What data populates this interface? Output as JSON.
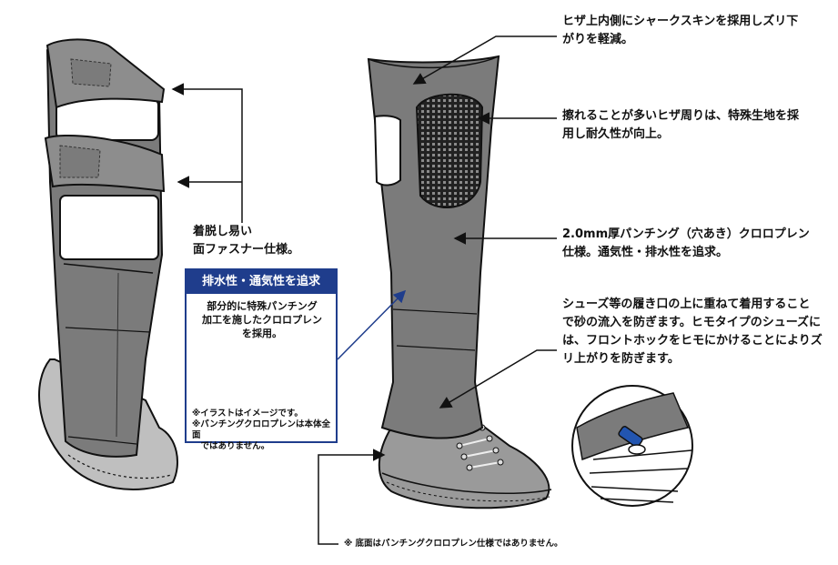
{
  "annotations": {
    "sharkskin": "ヒザ上内側にシャークスキンを採用しズリ下\nがりを軽減。",
    "knee_fabric": "擦れることが多いヒザ周りは、特殊生地を採\n用し耐久性が向上。",
    "punching": "2.0mm厚パンチング（穴あき）クロロプレン\n仕様。通気性・排水性を追求。",
    "shoe_hook": "シューズ等の履き口の上に重ねて着用すること\nで砂の流入を防ぎます。ヒモタイプのシューズに\nは、フロントホックをヒモにかけることによりズ\nリ上がりを防ぎます。",
    "fastener": "着脱し易い\n面ファスナー仕様。",
    "sole_note": "※ 底面はパンチングクロロプレン仕様ではありません。"
  },
  "callout": {
    "title": "排水性・通気性を追求",
    "description": "部分的に特殊パンチング\n加工を施したクロロプレン\nを採用。",
    "footnote_1": "※イラストはイメージです。",
    "footnote_2": "※パンチングクロロプレンは本体全面\n　ではありません。"
  },
  "colors": {
    "neoprene": "#7b7b7b",
    "outline": "#111111",
    "accent_blue": "#1f3d8c",
    "hook_blue": "#2255b0"
  }
}
